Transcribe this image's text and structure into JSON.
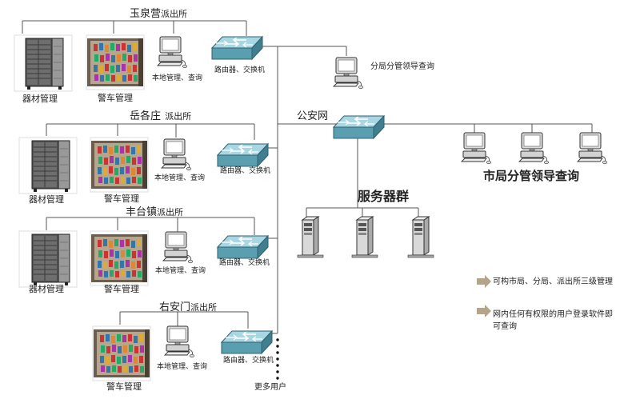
{
  "stations": [
    {
      "name": "玉泉营",
      "suffix": "派出所",
      "equipment": "器材管理",
      "vehicle": "警车管理",
      "local": "本地管理、查询",
      "router": "路由器、交换机"
    },
    {
      "name": "岳各庄",
      "suffix": "派出所",
      "equipment": "器材管理",
      "vehicle": "警车管理",
      "local": "本地管理、查询",
      "router": "路由器、交换机"
    },
    {
      "name": "丰台镇",
      "suffix": "派出所",
      "equipment": "器材管理",
      "vehicle": "警车管理",
      "local": "本地管理、查询",
      "router": "路由器、交换机"
    },
    {
      "name": "右安门",
      "suffix": "派出所",
      "vehicle": "警车管理",
      "local": "本地管理、查询",
      "router": "路由器、交换机"
    }
  ],
  "more_users": "更多用户",
  "branch_query": "分局分管领导查询",
  "police_net": "公安网",
  "city_query": "市局分管领导查询",
  "server_group": "服务器群",
  "notes": [
    "可构市局、分局、派出所三级管理",
    "网内任何有权限的用户登录软件即可查询"
  ],
  "icons": {
    "computer": "computer-icon",
    "switch": "network-switch-icon",
    "server": "server-tower-icon",
    "arrow": "arrow-right-icon"
  }
}
